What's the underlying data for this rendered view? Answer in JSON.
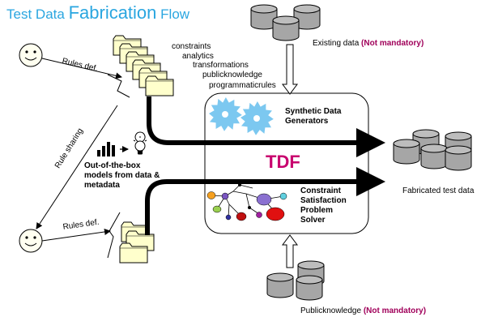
{
  "title": {
    "part1": "Test",
    "part2": "Data",
    "part3": "Fabrication",
    "part4": "Flow"
  },
  "labels": {
    "rules_def_top": "Rules def.",
    "rules_def_bottom": "Rules def.",
    "rule_sharing": "Rule sharing",
    "constraints": "constraints",
    "analytics": "analytics",
    "transformations": "transformations",
    "publicknowledge": "publicknowledge",
    "programmaticrules": "programmaticrules",
    "existing_data": "Existing data ",
    "existing_note": "(Not mandatory)",
    "synthetic_line1": "Synthetic Data",
    "synthetic_line2": "Generators",
    "tdf": "TDF",
    "csp_line1": "Constraint",
    "csp_line2": "Satisfaction",
    "csp_line3": "Problem",
    "csp_line4": "Solver",
    "ootb_line1": "Out-of-the-box",
    "ootb_line2": "models from data &",
    "ootb_line3": "metadata",
    "fabricated": "Fabricated test data",
    "public_knowledge": "Publicknowledge ",
    "public_note": "(Not mandatory)"
  },
  "colors": {
    "title": "#2aa6e0",
    "highlight": "#a0005a",
    "tdf": "#c8006e",
    "gear": "#7cc8f0",
    "folder": "#ffffcc",
    "cylinder": "#a6a6a6"
  },
  "icons": [
    "smiley-icon",
    "folder-icon",
    "database-icon",
    "gear-icon",
    "bar-chart-icon",
    "lightbulb-icon",
    "graph-icon",
    "arrow-icon"
  ]
}
